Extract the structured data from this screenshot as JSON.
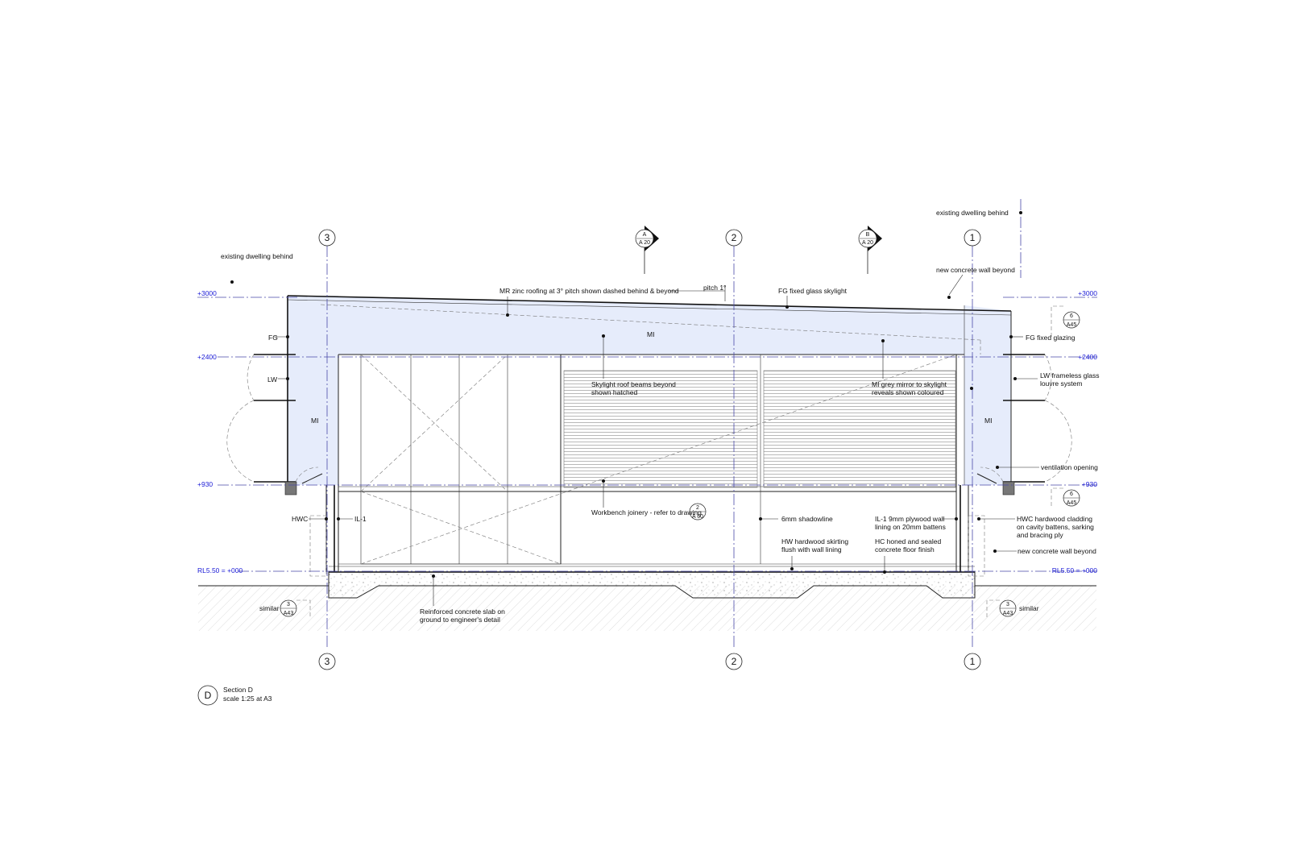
{
  "grid_labels": {
    "g3": "3",
    "g2": "2",
    "g1": "1"
  },
  "levels": {
    "l3000": "+3000",
    "l2400": "+2400",
    "l930": "+930",
    "rl": "RL5.50 = +000"
  },
  "section_markers": {
    "a": {
      "letter": "A",
      "sheet": "A 20"
    },
    "b": {
      "letter": "B",
      "sheet": "A 20"
    }
  },
  "detail_refs": {
    "r6a": {
      "num": "6",
      "sheet": "A45"
    },
    "r6b": {
      "num": "6",
      "sheet": "A45"
    },
    "r2": {
      "num": "2",
      "sheet": "A 60"
    },
    "r3l": {
      "num": "3",
      "sheet": "A43"
    },
    "r3r": {
      "num": "3",
      "sheet": "A43"
    }
  },
  "labels": {
    "existing_left": "existing dwelling behind",
    "existing_right": "existing dwelling behind",
    "new_wall_top": "new concrete wall beyond",
    "mr_zinc": "MR zinc roofing at 3° pitch shown dashed behind & beyond",
    "pitch": "pitch 1°",
    "fg_skylight": "FG fixed glass skylight",
    "mi_top": "MI",
    "mi_left": "MI",
    "mi_right": "MI",
    "fg_left": "FG",
    "lw_left": "LW",
    "fg_glazing": "FG fixed glazing",
    "lw_louvre_1": "LW frameless glass",
    "lw_louvre_2": "louvre system",
    "skylight_beams_1": "Skylight roof beams beyond",
    "skylight_beams_2": "shown hatched",
    "mi_mirror_1": "MI grey mirror to skylight",
    "mi_mirror_2": "reveals shown coloured",
    "vent": "ventilation opening",
    "hwc_left": "HWC",
    "il1_left": "IL-1",
    "workbench": "Workbench joinery - refer to drawing",
    "shadowline": "6mm shadowline",
    "il1_right_1": "IL-1 9mm plywood wall",
    "il1_right_2": "lining on 20mm battens",
    "hwc_right_1": "HWC hardwood cladding",
    "hwc_right_2": "on cavity battens, sarking",
    "hwc_right_3": "and bracing ply",
    "hw_skirting_1": "HW hardwood skirting",
    "hw_skirting_2": "flush with wall lining",
    "hc_floor_1": "HC honed and sealed",
    "hc_floor_2": "concrete floor finish",
    "new_wall_bottom": "new concrete wall beyond",
    "similar_left": "similar",
    "similar_right": "similar",
    "slab_1": "Reinforced concrete slab on",
    "slab_2": "ground to engineer's detail"
  },
  "title_block": {
    "letter": "D",
    "title": "Section D",
    "scale": "scale 1:25 at A3"
  },
  "colors": {
    "mirror_fill": "#e6ecfb",
    "level_text": "#1a1ad6",
    "grid_line": "#4a4aa8"
  }
}
